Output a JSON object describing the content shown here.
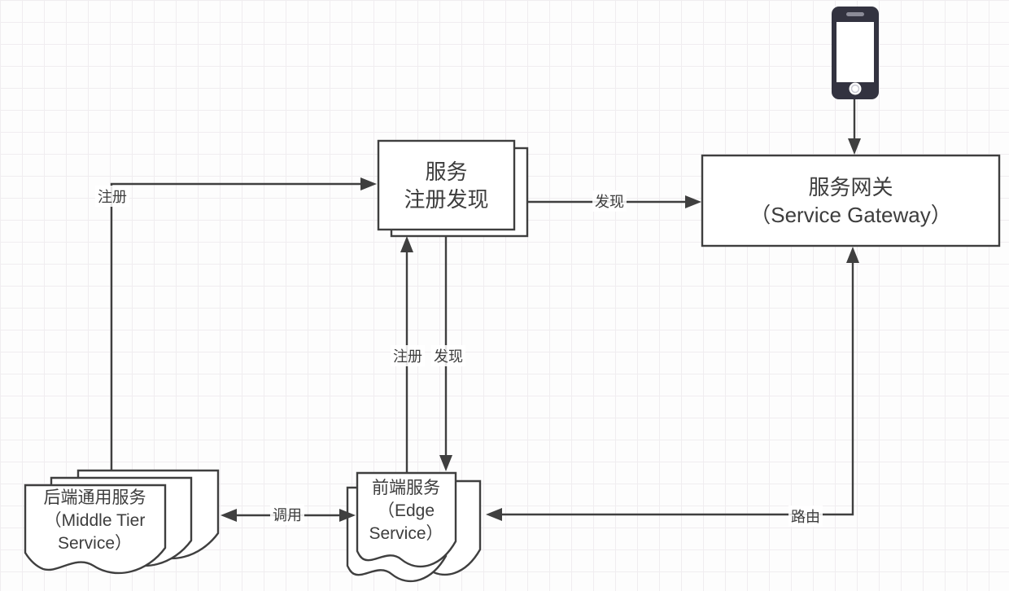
{
  "diagram": {
    "nodes": {
      "service_registry": {
        "line1": "服务",
        "line2": "注册发现"
      },
      "service_gateway": {
        "line1": "服务网关",
        "line2": "（Service Gateway）"
      },
      "middle_tier": {
        "line1": "后端通用服务",
        "line2": "（Middle Tier",
        "line3": "Service）"
      },
      "edge_service": {
        "line1": "前端服务",
        "line2": "（Edge",
        "line3": "Service）"
      },
      "client_phone": {
        "icon": "smartphone-icon"
      }
    },
    "edges": {
      "register_left": {
        "label": "注册",
        "from": "middle_tier",
        "to": "service_registry"
      },
      "discover_top": {
        "label": "发现",
        "from": "service_registry",
        "to": "service_gateway"
      },
      "register_mid": {
        "label": "注册",
        "from": "edge_service",
        "to": "service_registry"
      },
      "discover_mid": {
        "label": "发现",
        "from": "service_registry",
        "to": "edge_service"
      },
      "invoke": {
        "label": "调用",
        "from": "middle_tier",
        "to": "edge_service",
        "bidirectional": true
      },
      "route": {
        "label": "路由",
        "from": "service_gateway",
        "to": "edge_service",
        "bidirectional": true
      },
      "client_request": {
        "label": "",
        "from": "client_phone",
        "to": "service_gateway"
      }
    },
    "colors": {
      "stroke": "#3f3f3f",
      "text": "#3d3d3d",
      "node_fill": "#ffffff",
      "phone_body": "#333340",
      "phone_screen": "#ffffff",
      "grid_line": "#f0edf0",
      "background": "#fdfdfd"
    }
  }
}
